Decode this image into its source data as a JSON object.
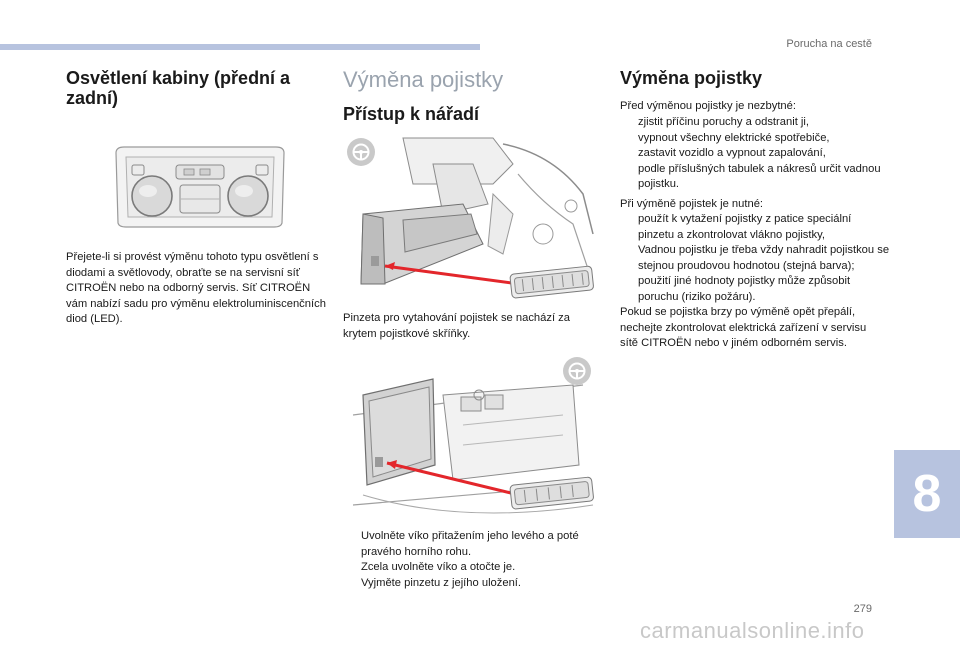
{
  "header": {
    "running_title": "Porucha na cestě"
  },
  "col1": {
    "heading": "Osvětlení kabiny (přední a zadní)",
    "paragraph": "Přejete-li si provést výměnu tohoto typu osvětlení s diodami a světlovody, obraťte se na servisní síť CITROËN nebo na odborný servis. Síť CITROËN vám nabízí sadu pro výměnu elektroluminiscenčních diod (LED)."
  },
  "col2": {
    "section_title": "Výměna pojistky",
    "subheading": "Přístup k nářadí",
    "caption": "Pinzeta pro vytahování pojistek se nachází za krytem pojistkové skříňky.",
    "steps": [
      "Uvolněte víko přitažením jeho levého a poté pravého horního rohu.",
      "Zcela uvolněte víko a otočte je.",
      "Vyjměte pinzetu z jejího uložení."
    ]
  },
  "col3": {
    "heading": "Výměna pojistky",
    "intro": "Před výměnou pojistky je nezbytné:",
    "before_items": [
      "zjistit příčinu poruchy a odstranit ji,",
      "vypnout všechny elektrické spotřebiče,",
      "zastavit vozidlo a vypnout zapalování,",
      "podle příslušných tabulek a nákresů určit vadnou pojistku."
    ],
    "intro2": "Při výměně pojistek je nutné:",
    "during_items": [
      "použít k vytažení pojistky z patice speciální pinzetu a zkontrolovat vlákno pojistky,",
      "Vadnou pojistku je třeba vždy nahradit pojistkou se stejnou proudovou hodnotou (stejná barva); použití jiné hodnoty pojistky může způsobit poruchu (riziko požáru)."
    ],
    "closing": "Pokud se pojistka brzy po výměně opět přepálí, nechejte zkontrolovat elektrická zařízení v servisu sítě CITROËN nebo v jiném odborném servis."
  },
  "bullet_glyph": "",
  "chapter_number": "8",
  "page_number": "279",
  "watermark": "carmanualsonline.info",
  "colors": {
    "accent_bar": "#b7c3df",
    "arrow_red": "#e3262b",
    "section_title_gray": "#9aa3ae"
  }
}
